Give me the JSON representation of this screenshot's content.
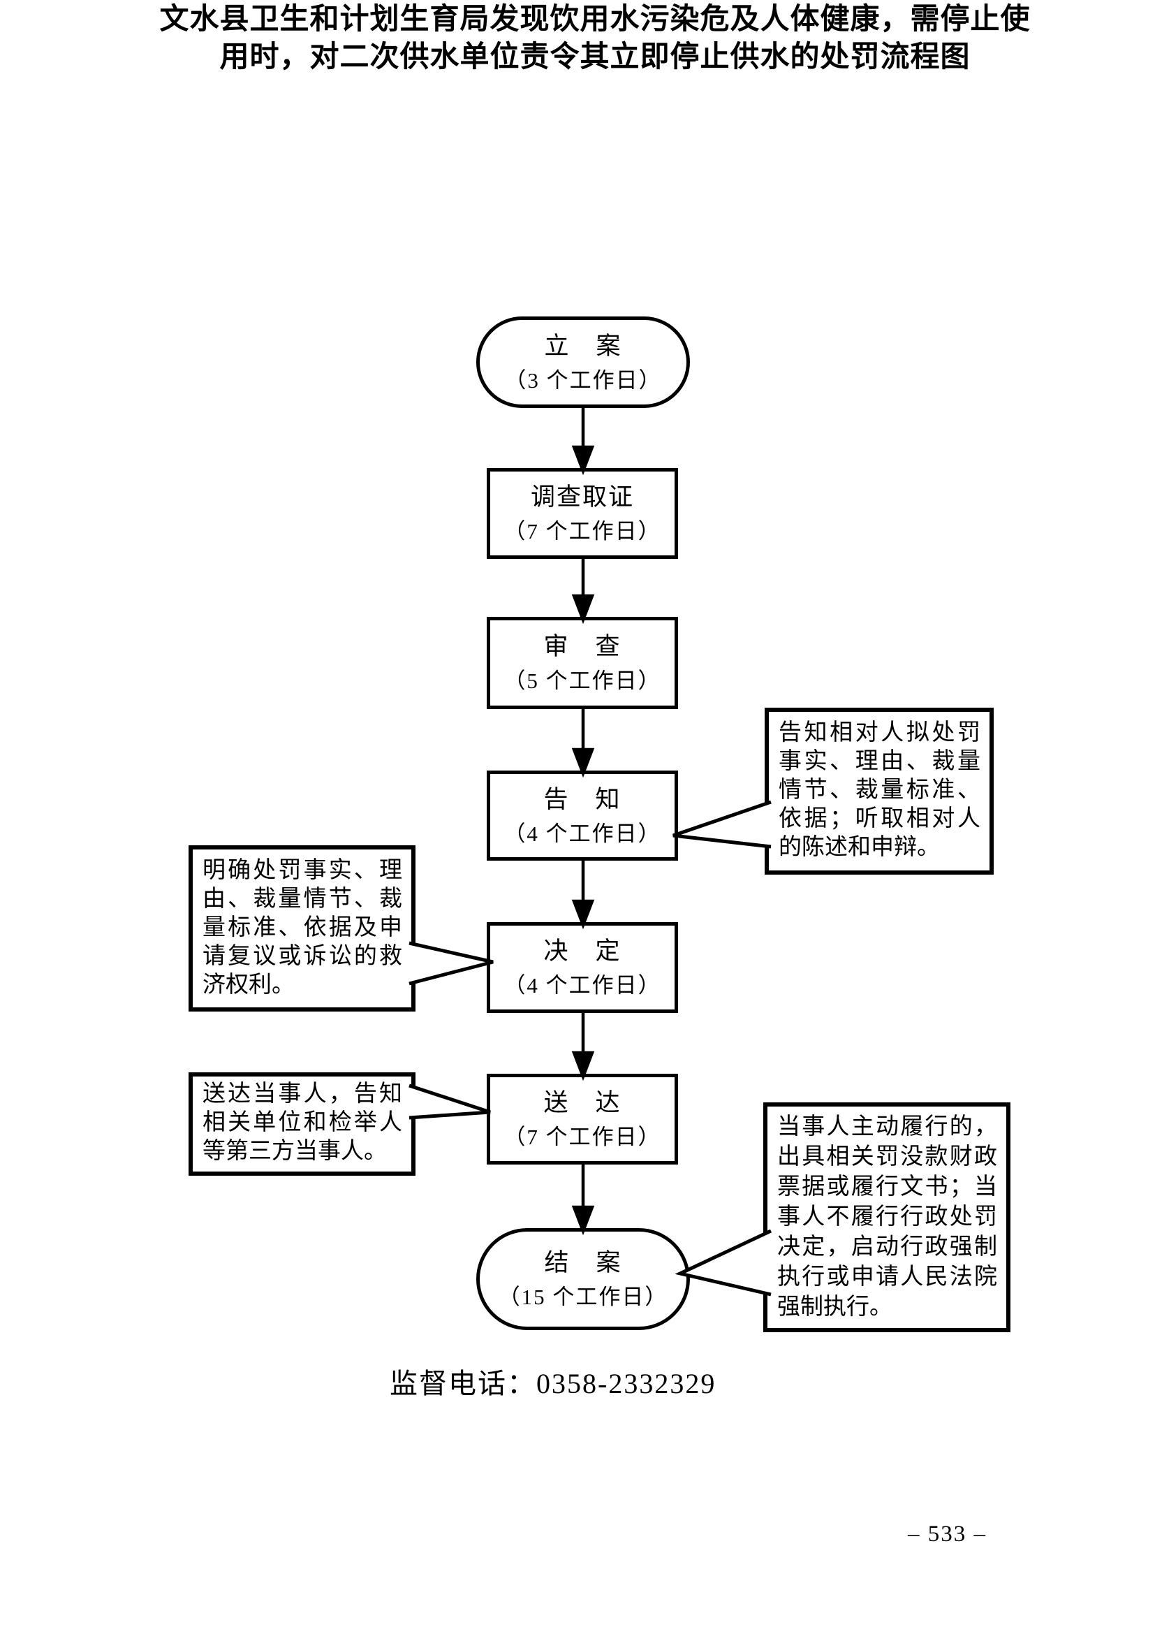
{
  "page": {
    "title_line1": "文水县卫生和计划生育局发现饮用水污染危及人体健康，需停止使",
    "title_line2": "用时，对二次供水单位责令其立即停止供水的处罚流程图",
    "hotline": "监督电话：0358-2332329",
    "page_number": "– 533 –"
  },
  "flow": {
    "nodes": [
      {
        "label": "立　案",
        "duration": "（3 个工作日）",
        "shape": "stadium"
      },
      {
        "label": "调查取证",
        "duration": "（7 个工作日）",
        "shape": "rect"
      },
      {
        "label": "审　查",
        "duration": "（5 个工作日）",
        "shape": "rect"
      },
      {
        "label": "告　知",
        "duration": "（4 个工作日）",
        "shape": "rect"
      },
      {
        "label": "决　定",
        "duration": "（4 个工作日）",
        "shape": "rect"
      },
      {
        "label": "送　达",
        "duration": "（7 个工作日）",
        "shape": "rect"
      },
      {
        "label": "结　案",
        "duration": "（15 个工作日）",
        "shape": "stadium"
      }
    ]
  },
  "callouts": {
    "notify": "告知相对人拟处罚事实、理由、裁量情节、裁量标准、依据；听取相对人的陈述和申辩。",
    "decision": "明确处罚事实、理由、裁量情节、裁量标准、依据及申请复议或诉讼的救济权利。",
    "delivery": "送达当事人，告知相关单位和检举人等第三方当事人。",
    "closing": "当事人主动履行的，出具相关罚没款财政票据或履行文书；当事人不履行行政处罚决定，启动行政强制执行或申请人民法院强制执行。"
  },
  "colors": {
    "ink": "#000000",
    "paper": "#ffffff"
  }
}
